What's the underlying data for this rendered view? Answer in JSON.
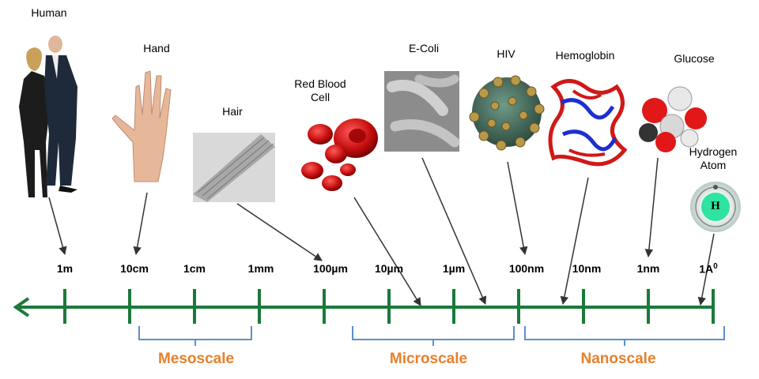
{
  "objects": {
    "human": "Human",
    "hand": "Hand",
    "hair": "Hair",
    "rbc": "Red Blood Cell",
    "ecoli": "E-Coli",
    "hiv": "HIV",
    "hemoglobin": "Hemoglobin",
    "glucose": "Glucose",
    "hydrogen": "Hydrogen Atom",
    "hydrogen_symbol": "H"
  },
  "ticks": [
    "1m",
    "10cm",
    "1cm",
    "1mm",
    "100µm",
    "10µm",
    "1µm",
    "100nm",
    "10nm",
    "1nm",
    "1A"
  ],
  "tick_superscript": "0",
  "scales": {
    "meso": "Mesoscale",
    "micro": "Microscale",
    "nano": "Nanoscale"
  },
  "colors": {
    "axis": "#1a7a3a",
    "bracket": "#5b8fd0",
    "scale_text": "#e8802a",
    "arrow": "#333333"
  }
}
